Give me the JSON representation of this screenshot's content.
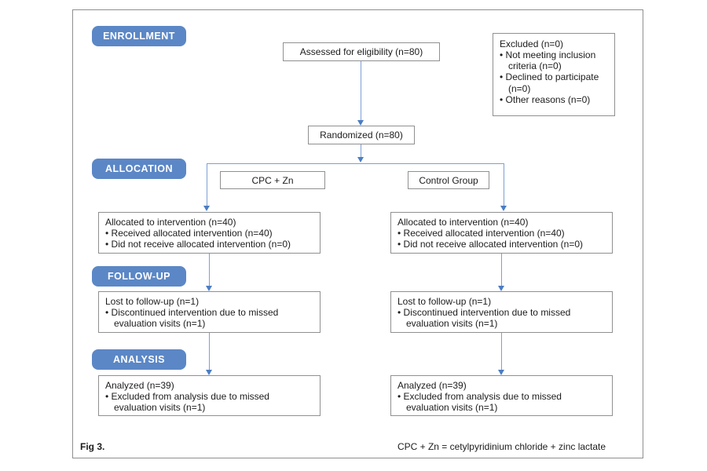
{
  "colors": {
    "badge_blue": "#5b87c6",
    "arrow_line": "#7e9fd6",
    "arrow_head": "#4b7dc3",
    "box_border": "#909090",
    "frame_border": "#8f8f8f",
    "text": "#1c1c1c"
  },
  "stages": {
    "enrollment": "ENROLLMENT",
    "allocation": "ALLOCATION",
    "followup": "FOLLOW-UP",
    "analysis": "ANALYSIS"
  },
  "flow": {
    "assessed": "Assessed for eligibility (n=80)",
    "excluded": {
      "title": "Excluded (n=0)",
      "bullets": [
        "• Not meeting inclusion criteria (n=0)",
        "• Declined to participate (n=0)",
        "• Other reasons (n=0)"
      ]
    },
    "randomized": "Randomized (n=80)"
  },
  "columns": [
    {
      "group_label": "CPC + Zn",
      "allocated": {
        "title": "Allocated to intervention (n=40)",
        "bullets": [
          "• Received allocated intervention (n=40)",
          "• Did not receive allocated intervention (n=0)"
        ]
      },
      "followup": {
        "title": "Lost to follow-up (n=1)",
        "bullets": [
          "• Discontinued intervention due to missed evaluation visits (n=1)"
        ]
      },
      "analysis": {
        "title": "Analyzed (n=39)",
        "bullets": [
          "• Excluded from analysis due to missed evaluation visits (n=1)"
        ]
      }
    },
    {
      "group_label": "Control Group",
      "allocated": {
        "title": "Allocated to intervention (n=40)",
        "bullets": [
          "• Received allocated intervention (n=40)",
          "• Did not receive allocated intervention (n=0)"
        ]
      },
      "followup": {
        "title": "Lost to follow-up (n=1)",
        "bullets": [
          "• Discontinued intervention due to missed evaluation visits (n=1)"
        ]
      },
      "analysis": {
        "title": "Analyzed (n=39)",
        "bullets": [
          "• Excluded from analysis due to missed evaluation visits (n=1)"
        ]
      }
    }
  ],
  "footer": {
    "figure_label": "Fig 3.",
    "abbreviation_note": "CPC + Zn = cetylpyridinium chloride + zinc lactate"
  }
}
